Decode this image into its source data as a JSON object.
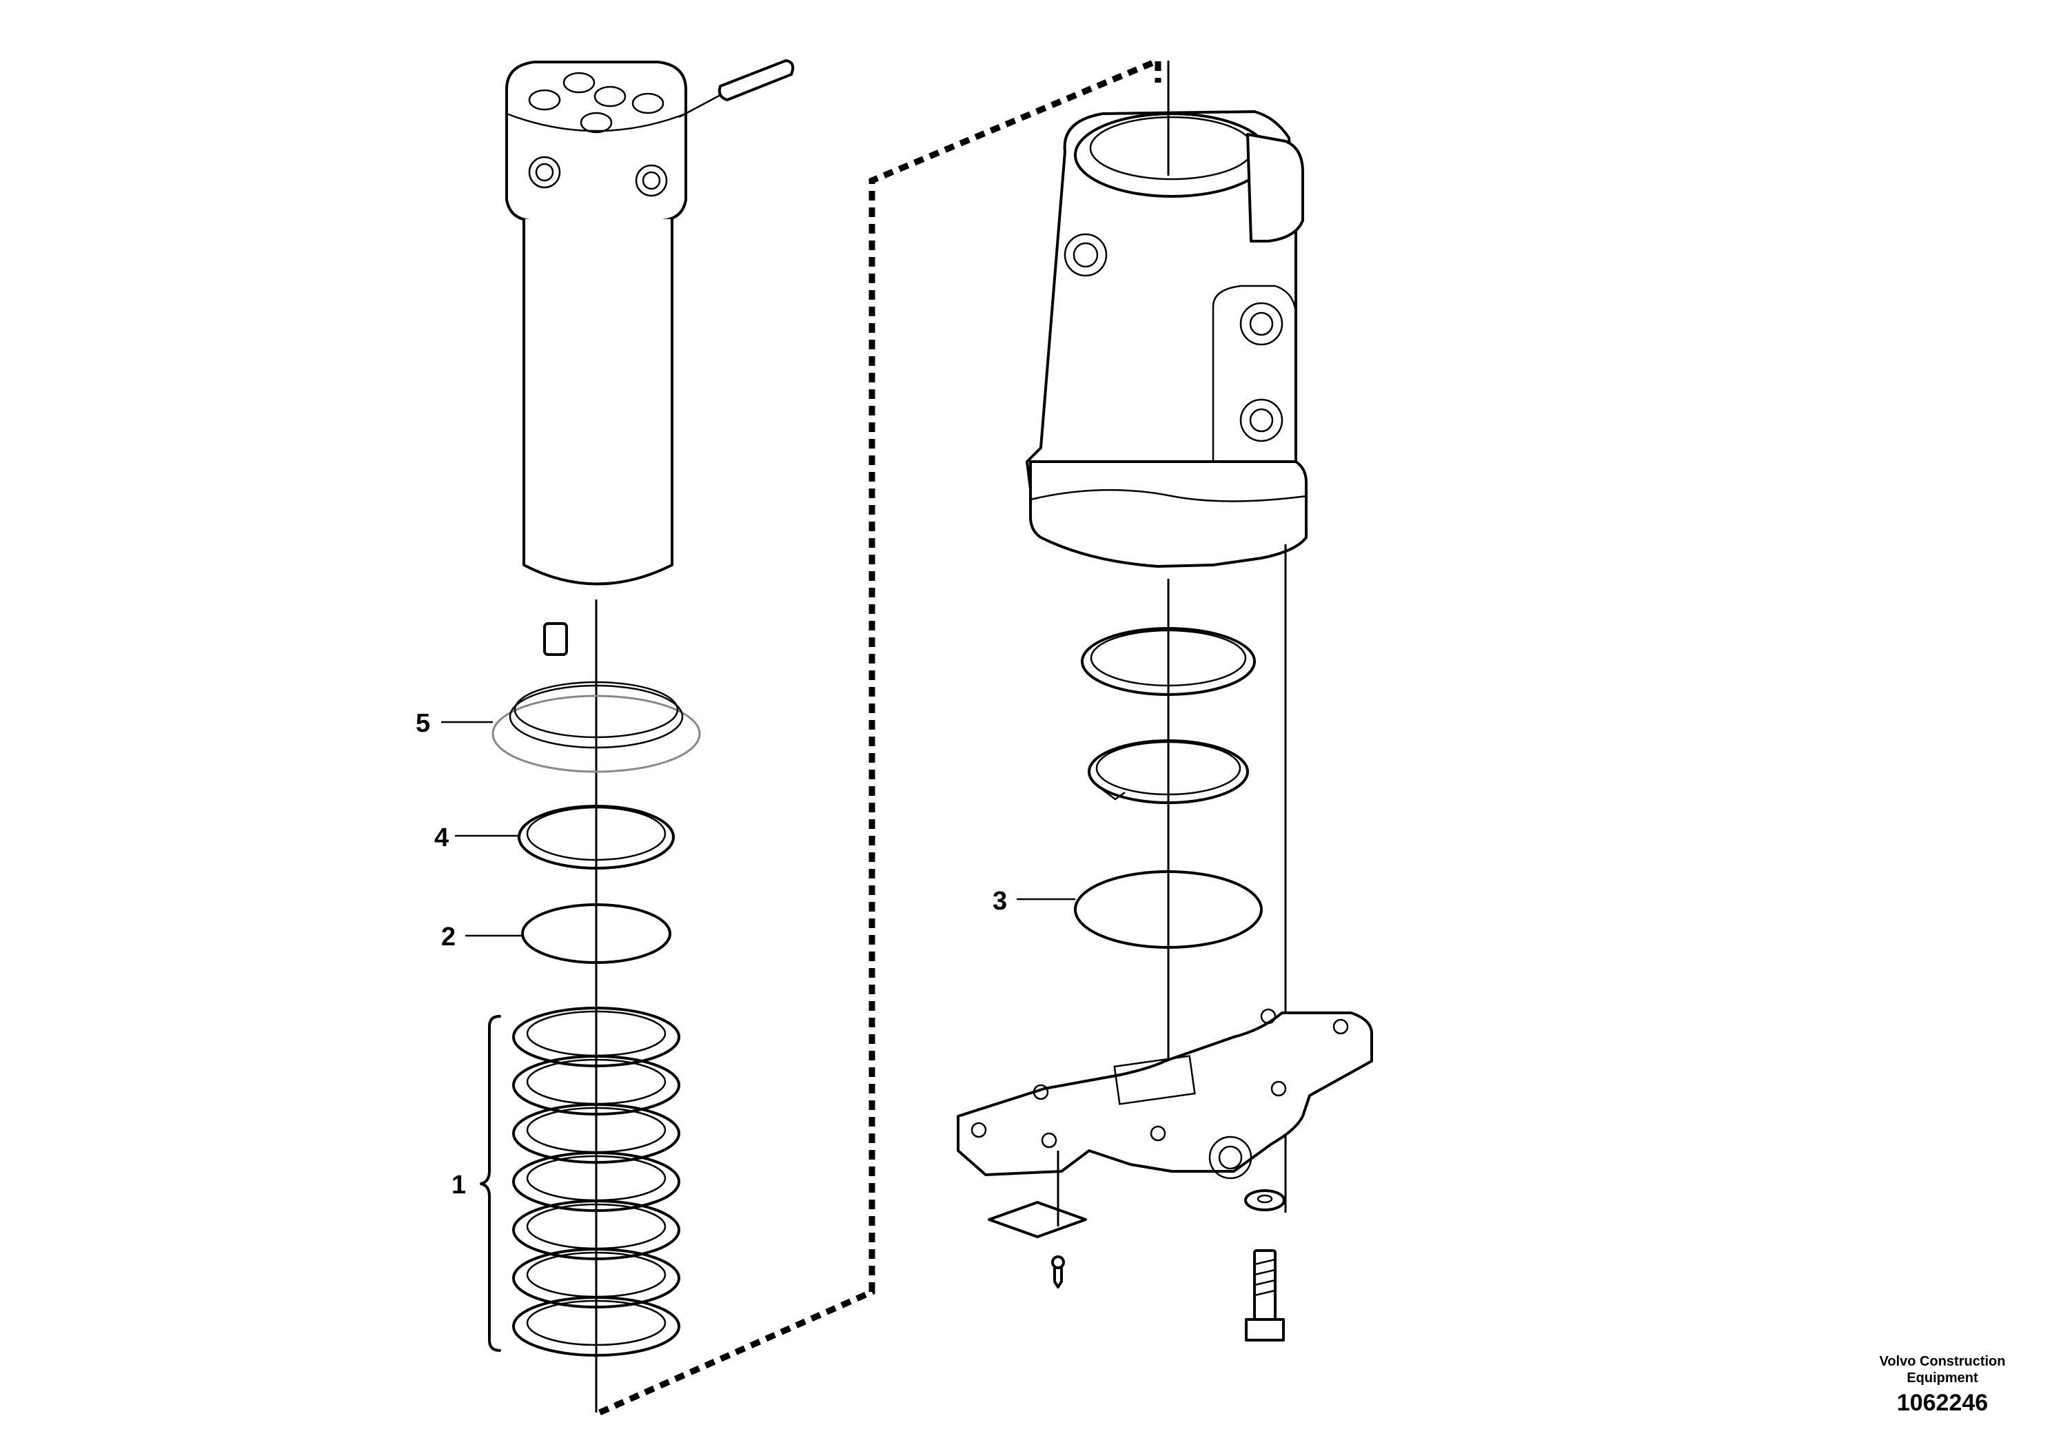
{
  "diagram": {
    "callouts": [
      {
        "id": "1",
        "label": "1"
      },
      {
        "id": "2",
        "label": "2"
      },
      {
        "id": "3",
        "label": "3"
      },
      {
        "id": "4",
        "label": "4"
      },
      {
        "id": "5",
        "label": "5"
      }
    ],
    "footer": {
      "brand_line1": "Volvo Construction",
      "brand_line2": "Equipment",
      "document_number": "1062246"
    }
  }
}
